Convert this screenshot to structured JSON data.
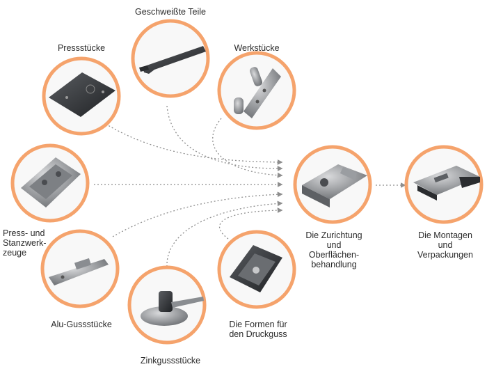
{
  "nodes": [
    {
      "id": "geschweisste",
      "label": "Geschweißte Teile",
      "icon": "welded-part-icon"
    },
    {
      "id": "pressstuecke",
      "label": "Pressstücke",
      "icon": "pressed-plate-icon"
    },
    {
      "id": "werkstuecke",
      "label": "Werkstücke",
      "icon": "hinge-icon"
    },
    {
      "id": "stanzwerkzeuge",
      "label": "Press- und\nStanzwerk-\nzeuge",
      "icon": "press-tool-icon"
    },
    {
      "id": "alu",
      "label": "Alu-Gussstücke",
      "icon": "aluminum-casting-icon"
    },
    {
      "id": "zink",
      "label": "Zinkgussstücke",
      "icon": "zinc-casting-icon"
    },
    {
      "id": "formen",
      "label": "Die Formen für\nden Druckguss",
      "icon": "die-mold-icon"
    },
    {
      "id": "zurichtung",
      "label": "Die Zurichtung\nund\nOberflächen-\nbehandlung",
      "icon": "finished-part-icon"
    },
    {
      "id": "montagen",
      "label": "Die Montagen\nund\nVerpackungen",
      "icon": "assembly-icon"
    }
  ],
  "colors": {
    "ring": "#f5a36c",
    "ring_inner": "#f8f8f8",
    "text": "#2b2b2b",
    "arrow": "#8e8e8e"
  }
}
